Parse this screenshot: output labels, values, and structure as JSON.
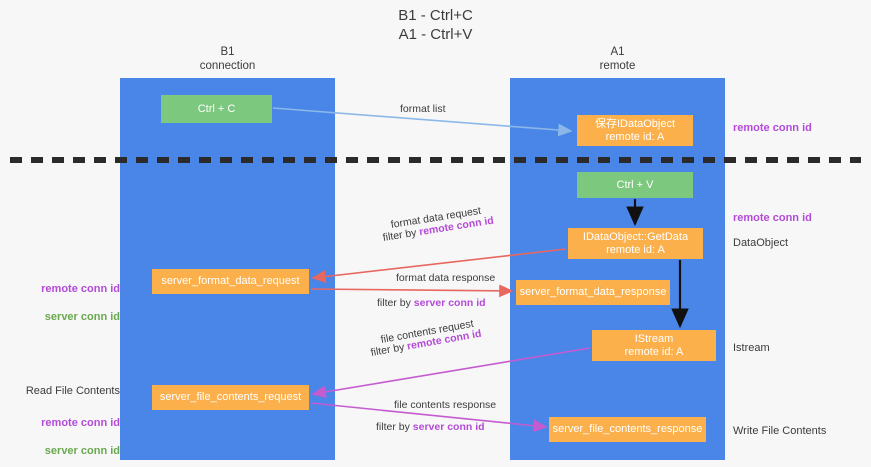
{
  "title": "B1 - Ctrl+C\nA1 - Ctrl+V",
  "lanes": {
    "b1": "B1\nconnection",
    "a1": "A1\nremote"
  },
  "nodes": {
    "ctrl_c": "Ctrl + C",
    "idataobject": "保存IDataObject\nremote id: A",
    "ctrl_v": "Ctrl + V",
    "getdata": "IDataObject::GetData\nremote id: A",
    "server_format_data_request": "server_format_data_request",
    "server_format_data_response": "server_format_data_response",
    "istream": "IStream\nremote id: A",
    "server_file_contents_request": "server_file_contents_request",
    "server_file_contents_response": "server_file_contents_response"
  },
  "side_labels": {
    "remote_conn_id_top": "remote conn id",
    "remote_conn_id_mid": "remote conn id",
    "dataobject": "DataObject",
    "istream": "Istream",
    "write_file_contents": "Write File Contents",
    "read_file_contents": "Read File Contents",
    "remote_conn_id": "remote conn id",
    "server_conn_id": "server conn id"
  },
  "edges": {
    "format_list": "format list",
    "format_data_request": "format data request",
    "filter_by": "filter by",
    "remote_conn_id": "remote conn id",
    "server_conn_id": "server conn id",
    "format_data_response": "format data response",
    "file_contents_request": "file contents request",
    "file_contents_response": "file contents response"
  },
  "colors": {
    "lane": "#4a86e8",
    "green_node": "#7dc87f",
    "orange_node": "#fbb04c",
    "purple": "#b44bd8",
    "green_text": "#6aa84f",
    "red_arrow": "#e8685f",
    "blue_arrow": "#8bb8e8",
    "magenta_arrow": "#c45bd0",
    "divider": "#2b2b2b",
    "background": "#f7f7f7"
  }
}
